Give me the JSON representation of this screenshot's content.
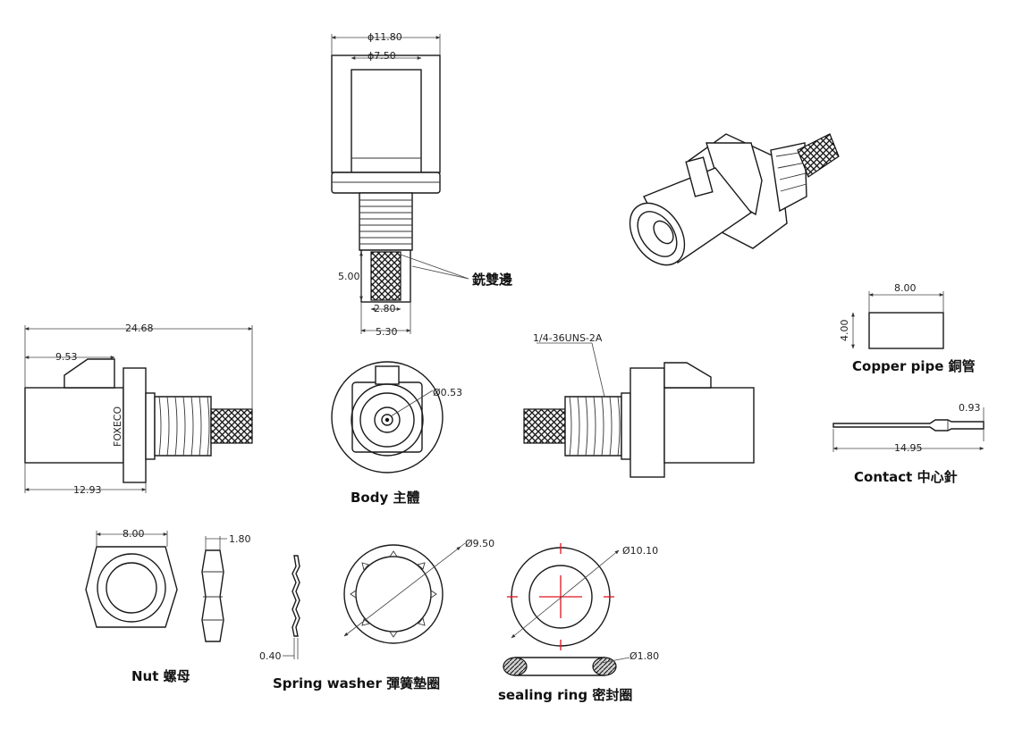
{
  "labels": {
    "copper_pipe": "Copper pipe 銅管",
    "contact": "Contact  中心針",
    "body": "Body 主體",
    "nut": "Nut  螺母",
    "spring_washer": "Spring washer  彈簧墊圈",
    "sealing_ring": "sealing  ring  密封圈",
    "milled_flats": "銑雙邊",
    "thread_spec": "1/4-36UNS-2A",
    "brand": "FOXECO"
  },
  "dimensions": {
    "top_outer_dia": "ϕ11.80",
    "top_inner_dia": "ϕ7.50",
    "crimp_length": "5.00",
    "crimp_flat": "2.80",
    "crimp_width": "5.30",
    "overall_length": "24.68",
    "front_length": "9.53",
    "body_length": "12.93",
    "pin_dia": "Ø0.53",
    "pipe_length": "8.00",
    "pipe_dia": "4.00",
    "contact_dia": "0.93",
    "contact_length": "14.95",
    "nut_size": "8.00",
    "nut_thickness": "1.80",
    "washer_thickness": "0.40",
    "washer_dia": "Ø9.50",
    "ring_dia": "Ø10.10",
    "ring_section": "Ø1.80"
  },
  "colors": {
    "line": "#1a1a1a",
    "center_mark": "#e0141e"
  }
}
